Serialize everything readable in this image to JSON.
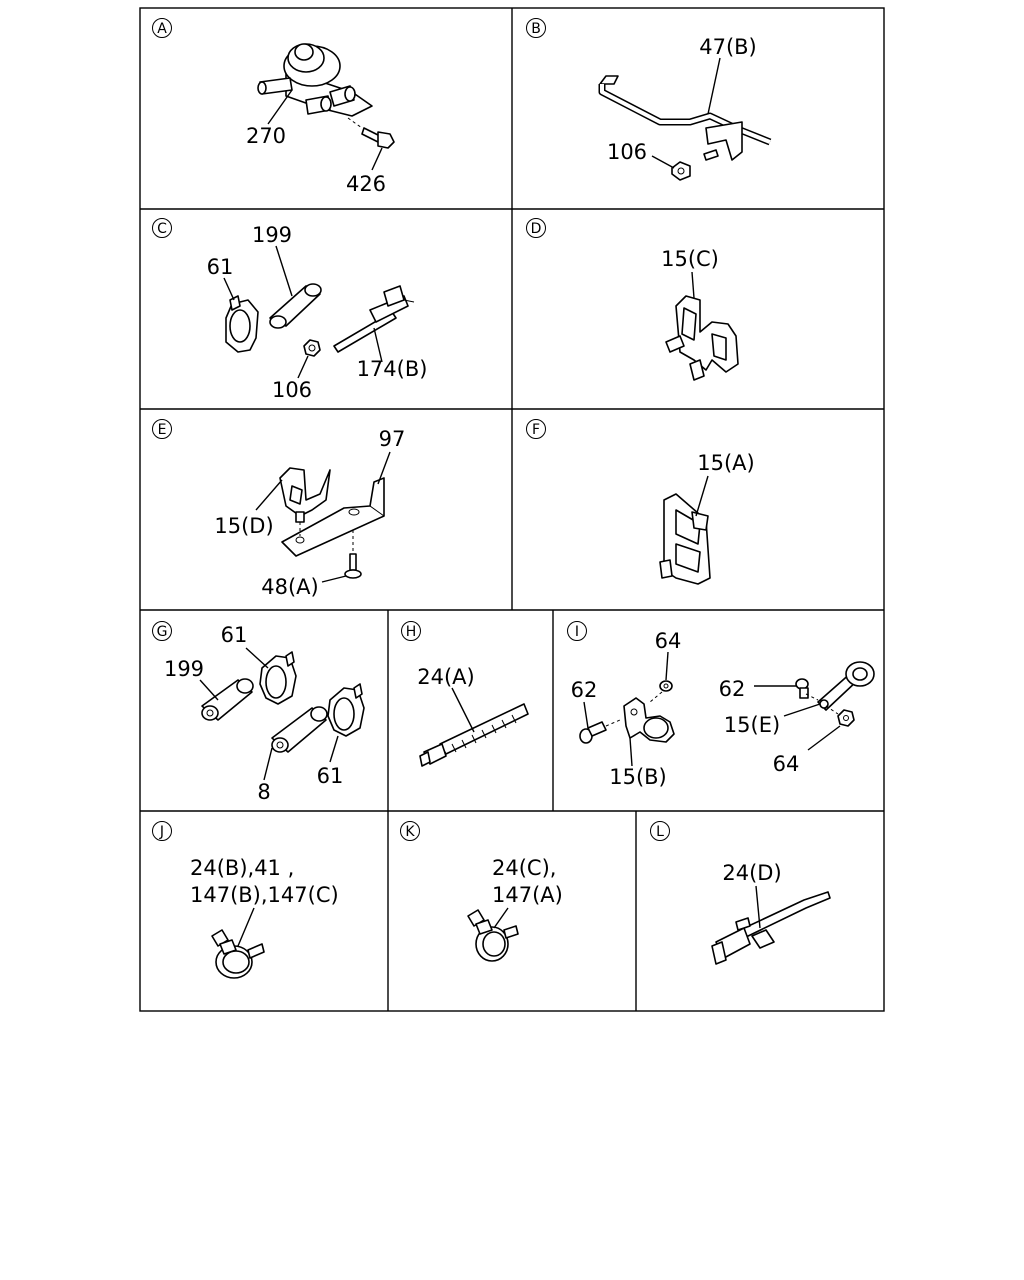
{
  "panels": [
    {
      "letter": "A",
      "labels": [
        "270",
        "426"
      ]
    },
    {
      "letter": "B",
      "labels": [
        "47(B)",
        "106"
      ]
    },
    {
      "letter": "C",
      "labels": [
        "199",
        "61",
        "106",
        "174(B)"
      ]
    },
    {
      "letter": "D",
      "labels": [
        "15(C)"
      ]
    },
    {
      "letter": "E",
      "labels": [
        "97",
        "15(D)",
        "48(A)"
      ]
    },
    {
      "letter": "F",
      "labels": [
        "15(A)"
      ]
    },
    {
      "letter": "G",
      "labels": [
        "61",
        "199",
        "8",
        "61"
      ]
    },
    {
      "letter": "H",
      "labels": [
        "24(A)"
      ]
    },
    {
      "letter": "I",
      "labels": [
        "64",
        "62",
        "62",
        "15(E)",
        "15(B)",
        "64"
      ]
    },
    {
      "letter": "J",
      "labels": [
        "24(B),41 ,",
        "147(B),147(C)"
      ]
    },
    {
      "letter": "K",
      "labels": [
        "24(C),",
        "147(A)"
      ]
    },
    {
      "letter": "L",
      "labels": [
        "24(D)"
      ]
    }
  ]
}
